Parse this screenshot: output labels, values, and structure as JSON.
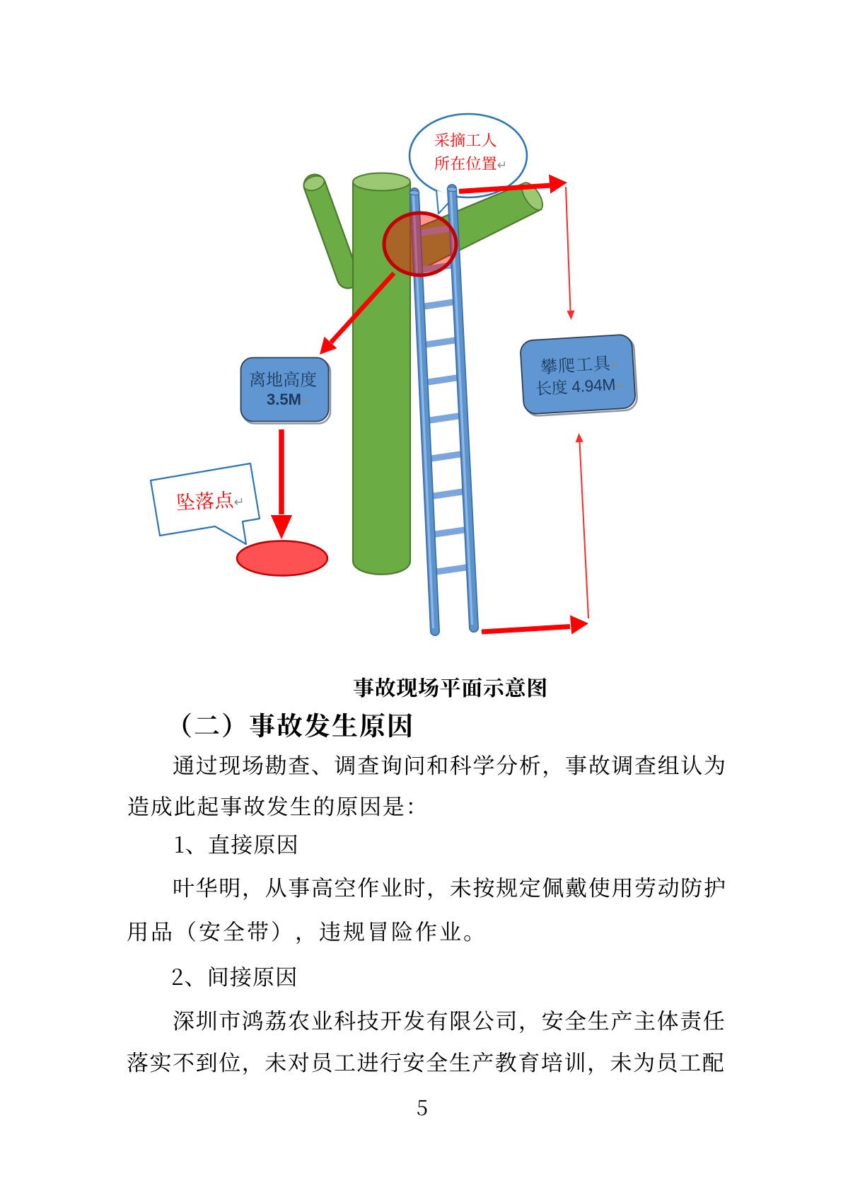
{
  "page": {
    "number": "5"
  },
  "diagram": {
    "caption": "事故现场平面示意图",
    "worker_bubble": {
      "line1": "采摘工人",
      "line2": "所在位置"
    },
    "height_box": {
      "line1": "离地高度",
      "line2": "3.5M"
    },
    "tool_box": {
      "line1": "攀爬工具",
      "line2": "长度 4.94M"
    },
    "fall_callout": {
      "text": "坠落点"
    },
    "return_mark": "↵",
    "colors": {
      "tree_green": "#6CAC45",
      "tree_green_light": "#9AC873",
      "tree_outline": "#4F7A2E",
      "ladder_blue": "#5B93CC",
      "ladder_outline": "#3E6EA5",
      "rung_blue": "#7CA5DB",
      "box_blue": "#6096D2",
      "callout_blue": "#2E75B6",
      "arrow_red": "#FF0000",
      "circle_red": "#C00000",
      "fall_red": "#FE5153"
    }
  },
  "content": {
    "section_heading": "（二）事故发生原因",
    "paragraphs": [
      {
        "lines": [
          "通过现场勘查、调查询问和科学分析，事故调查组认为",
          "造成此起事故发生的原因是："
        ]
      },
      {
        "lines": [
          "1、直接原因"
        ]
      },
      {
        "lines": [
          "叶华明，从事高空作业时，未按规定佩戴使用劳动防护",
          "用品（安全带），违规冒险作业。"
        ]
      },
      {
        "lines": [
          "2、间接原因"
        ]
      },
      {
        "lines": [
          "深圳市鸿荔农业科技开发有限公司，安全生产主体责任",
          "落实不到位，未对员工进行安全生产教育培训，未为员工配"
        ]
      }
    ]
  }
}
